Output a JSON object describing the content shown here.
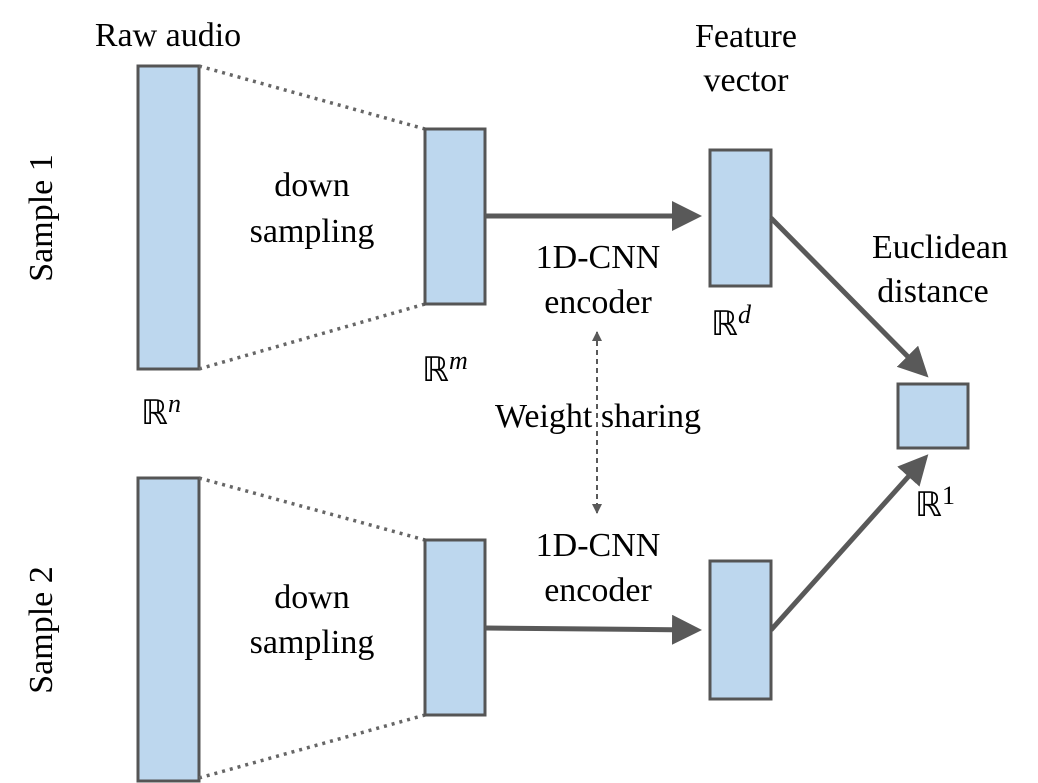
{
  "labels": {
    "raw_audio": "Raw audio",
    "feature_vector_line1": "Feature",
    "feature_vector_line2": "vector",
    "sample1": "Sample 1",
    "sample2": "Sample 2",
    "down1": "down",
    "sampling1": "sampling",
    "down2": "down",
    "sampling2": "sampling",
    "encoder1_line1": "1D-CNN",
    "encoder1_line2": "encoder",
    "encoder2_line1": "1D-CNN",
    "encoder2_line2": "encoder",
    "weight_sharing": "Weight sharing",
    "euclidean_line1": "Euclidean",
    "euclidean_line2": "distance"
  },
  "math": {
    "set_symbol": "ℝ",
    "n": "n",
    "m": "m",
    "d": "d",
    "one": "1"
  },
  "colors": {
    "box_fill": "#bdd7ee",
    "box_stroke": "#555555",
    "arrow": "#595959"
  }
}
